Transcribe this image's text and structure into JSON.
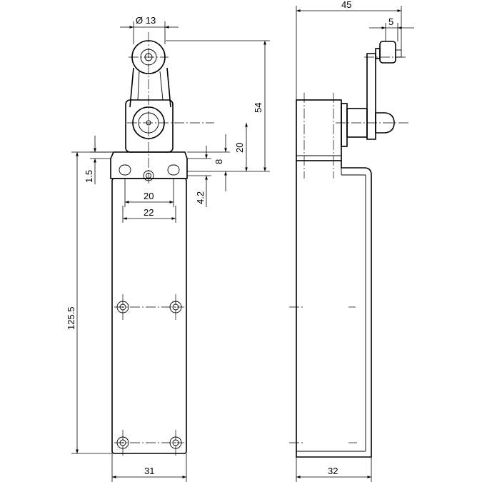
{
  "front_view": {
    "dimensions": {
      "roller_diameter": "Ø 13",
      "lever_height": "54",
      "pivot_height": "20",
      "flange_height": "8",
      "flange_thickness": "1.5",
      "hole_offset": "4.2",
      "hole_spacing": "20",
      "flange_width": "22",
      "body_height": "125.5",
      "body_width": "31"
    }
  },
  "side_view": {
    "dimensions": {
      "overall_depth": "45",
      "roller_width": "5",
      "body_depth": "32"
    }
  }
}
